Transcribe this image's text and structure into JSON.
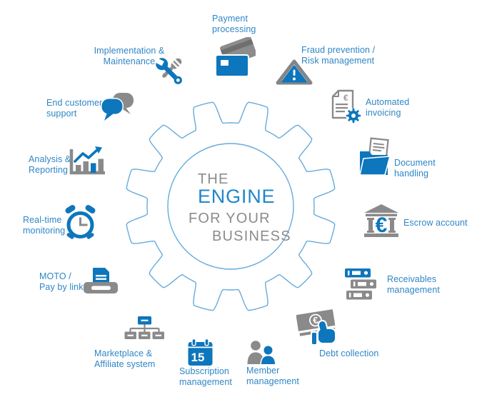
{
  "center": {
    "line1": "THE",
    "line2": "ENGINE",
    "line3": "FOR YOUR",
    "line4": "BUSINESS"
  },
  "colors": {
    "icon_blue": "#0d76bc",
    "icon_gray": "#8a8a8a",
    "label_blue": "#2e86c6",
    "engine_blue": "#1e87cd",
    "center_gray": "#8b8b8b",
    "gear_outline": "#66abdc"
  },
  "items": [
    {
      "id": "payment-processing",
      "label": "Payment\nprocessing",
      "icon": "credit-cards-icon"
    },
    {
      "id": "fraud-prevention",
      "label": "Fraud prevention /\nRisk management",
      "icon": "warning-triangle-icon"
    },
    {
      "id": "automated-invoicing",
      "label": "Automated\ninvoicing",
      "icon": "invoice-gear-icon"
    },
    {
      "id": "document-handling",
      "label": "Document\nhandling",
      "icon": "folder-documents-icon"
    },
    {
      "id": "escrow-account",
      "label": "Escrow account",
      "icon": "bank-euro-icon"
    },
    {
      "id": "receivables-management",
      "label": "Receivables\nmanagement",
      "icon": "binders-icon"
    },
    {
      "id": "debt-collection",
      "label": "Debt collection",
      "icon": "banknote-thumbsup-icon"
    },
    {
      "id": "member-management",
      "label": "Member\nmanagement",
      "icon": "people-icon"
    },
    {
      "id": "subscription-management",
      "label": "Subscription\nmanagement",
      "icon": "calendar-15-icon"
    },
    {
      "id": "marketplace-affiliate",
      "label": "Marketplace &\nAffiliate system",
      "icon": "org-chart-icon"
    },
    {
      "id": "moto-pay-by-link",
      "label": "MOTO /\nPay by link",
      "icon": "printer-icon"
    },
    {
      "id": "real-time-monitoring",
      "label": "Real-time\nmonitoring",
      "icon": "alarm-clock-icon"
    },
    {
      "id": "analysis-reporting",
      "label": "Analysis &\nReporting",
      "icon": "bar-chart-icon"
    },
    {
      "id": "end-customer-support",
      "label": "End customer\nsupport",
      "icon": "speech-bubbles-icon"
    },
    {
      "id": "implementation-maintenance",
      "label": "Implementation &\nMaintenance",
      "icon": "tools-icon"
    }
  ],
  "icon_texts": {
    "invoice_currency": "€",
    "escrow_currency": "€",
    "banknote_currency": "€",
    "calendar_day": "15"
  }
}
